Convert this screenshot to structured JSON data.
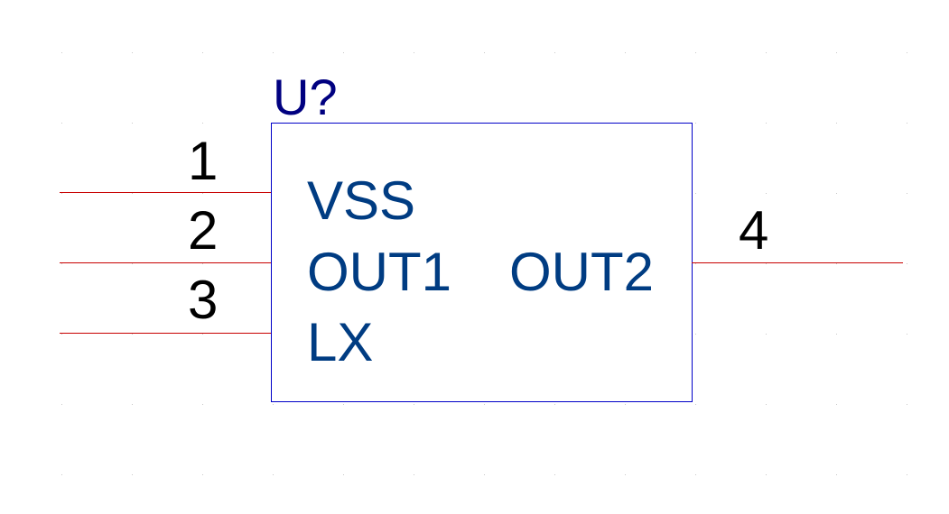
{
  "colors": {
    "background": "#ffffff",
    "grid_dot": "#c8c8c8",
    "body_outline": "#0000c8",
    "ref_text": "#000080",
    "pin_line": "#c80000",
    "pin_number": "#000000",
    "pin_name": "#003c82"
  },
  "component": {
    "designator": "U?",
    "left_pins": [
      {
        "number": "1",
        "name": "VSS"
      },
      {
        "number": "2",
        "name": "OUT1"
      },
      {
        "number": "3",
        "name": "LX"
      }
    ],
    "right_pins": [
      {
        "number": "4",
        "name": "OUT2"
      }
    ]
  }
}
